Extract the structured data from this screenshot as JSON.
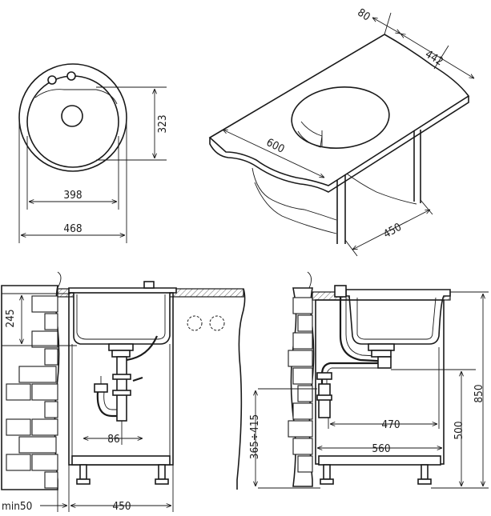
{
  "top_view": {
    "dims": {
      "inner_height": "323",
      "inner_width": "398",
      "outer_width": "468"
    }
  },
  "perspective_view": {
    "dims": {
      "depth": "80",
      "hole_offset": "442",
      "length": "600",
      "support_width": "450"
    }
  },
  "front_view": {
    "dims": {
      "bowl_depth": "245",
      "trap_width": "86",
      "cabinet_width": "450",
      "wall_min": "min50"
    }
  },
  "side_view": {
    "dims": {
      "drain_height": "365÷415",
      "drain_offset": "470",
      "base_width": "560",
      "counter_height": "500",
      "total_height": "850"
    }
  }
}
